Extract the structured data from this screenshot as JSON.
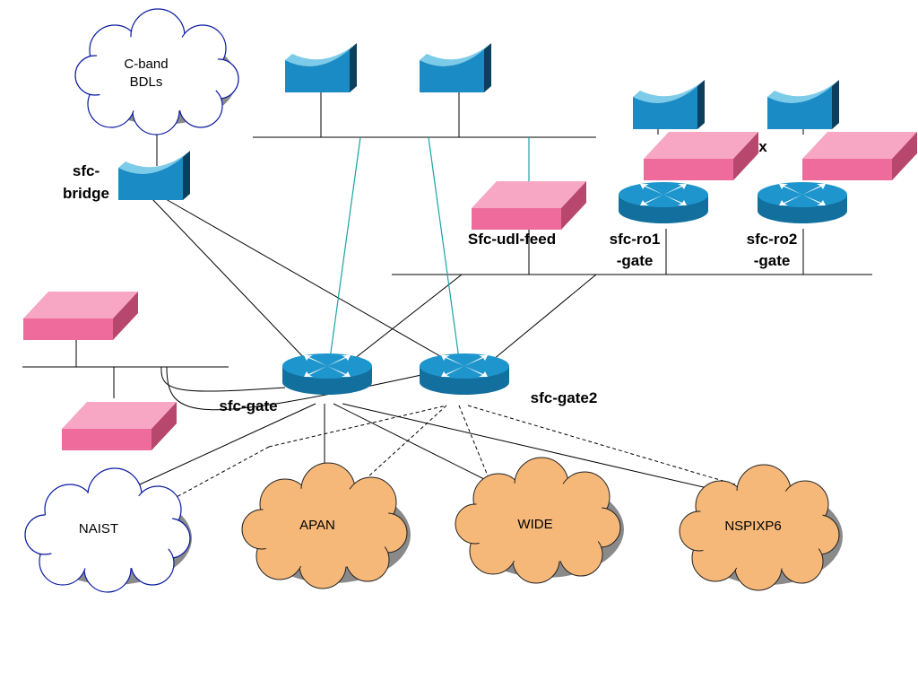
{
  "diagram": {
    "clouds": {
      "cband": {
        "line1": "C-band",
        "line2": "BDLs",
        "fill": "#ffffff",
        "stroke": "#0a1aa0"
      },
      "naist": {
        "label": "NAIST",
        "fill": "#ffffff",
        "stroke": "#0a1aa0"
      },
      "apan": {
        "label": "APAN",
        "fill": "#f5b879"
      },
      "wide": {
        "label": "WIDE",
        "fill": "#f5b879"
      },
      "nspixp6": {
        "label": "NSPIXP6",
        "fill": "#f5b879"
      }
    },
    "labels": {
      "sfc_bridge_1": "sfc-",
      "sfc_bridge_2": "bridge",
      "sfc_udl_feed": "Sfc-udl-feed",
      "sfc_ro1_1": "sfc-ro1",
      "sfc_ro1_2": "-gate",
      "sfc_ro2_1": "sfc-ro2",
      "sfc_ro2_2": "-gate",
      "sfc_gate": "sfc-gate",
      "sfc_gate2": "sfc-gate2",
      "x_mark": "x"
    },
    "colors": {
      "device_blue": "#1a8bc4",
      "host_pink": "#ee6b9c",
      "link_teal": "#1aa3a3",
      "cloud_orange": "#f5b879",
      "shadow": "#8a8a8a"
    },
    "icons": [
      "satellite-dish-icon",
      "router-icon",
      "workstation-icon",
      "cloud-icon"
    ]
  }
}
